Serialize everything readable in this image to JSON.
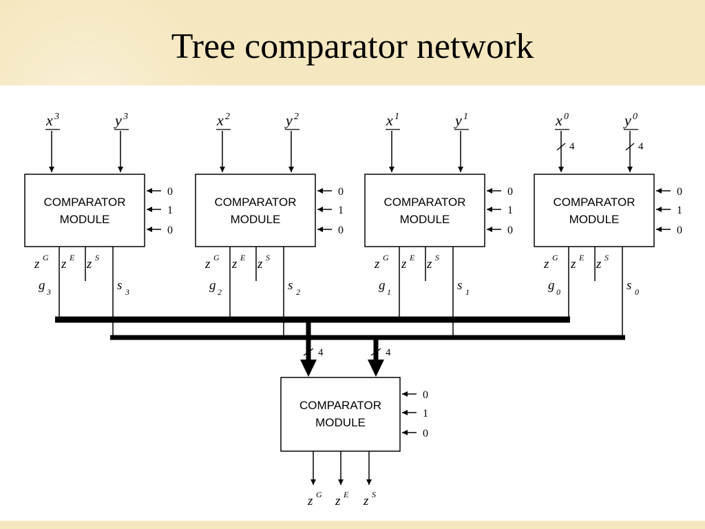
{
  "title": "Tree comparator network",
  "module_label_line1": "COMPARATOR",
  "module_label_line2": "MODULE",
  "constants": [
    "0",
    "1",
    "0"
  ],
  "bus_width": "4",
  "top_modules": [
    {
      "x_base": "x",
      "x_sup": "3",
      "y_base": "y",
      "y_sup": "3",
      "g_base": "g",
      "g_sub": "3",
      "s_base": "s",
      "s_sub": "3"
    },
    {
      "x_base": "x",
      "x_sup": "2",
      "y_base": "y",
      "y_sup": "2",
      "g_base": "g",
      "g_sub": "2",
      "s_base": "s",
      "s_sub": "2"
    },
    {
      "x_base": "x",
      "x_sup": "1",
      "y_base": "y",
      "y_sup": "1",
      "g_base": "g",
      "g_sub": "1",
      "s_base": "s",
      "s_sub": "1"
    },
    {
      "x_base": "x",
      "x_sup": "0",
      "y_base": "y",
      "y_sup": "0",
      "g_base": "g",
      "g_sub": "0",
      "s_base": "s",
      "s_sub": "0"
    }
  ],
  "outputs": [
    {
      "base": "z",
      "sup": "G"
    },
    {
      "base": "z",
      "sup": "E"
    },
    {
      "base": "z",
      "sup": "S"
    }
  ],
  "colors": {
    "background": "#f5e7bf",
    "panel": "#ffffff",
    "ink": "#000000"
  }
}
